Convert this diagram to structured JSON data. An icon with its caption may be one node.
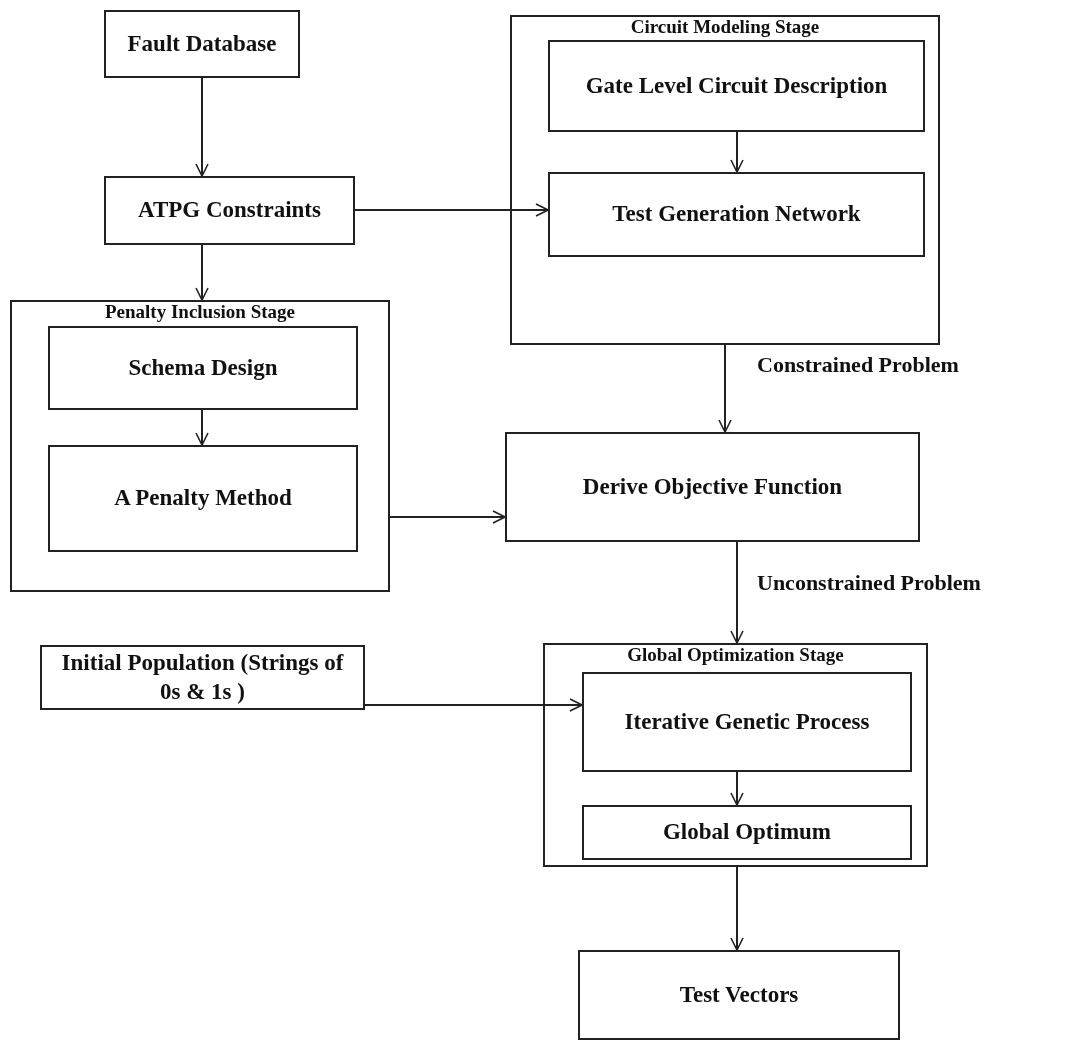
{
  "diagram": {
    "nodes": [
      {
        "text": [
          "Fault Database"
        ]
      },
      {
        "text": [
          "ATPG Constraints"
        ]
      },
      {
        "text": [
          "Circuit Modeling Stage"
        ]
      },
      {
        "text": [
          "Gate Level Circuit Description"
        ],
        "in": 2
      },
      {
        "text": [
          "Test Generation Network"
        ],
        "in": 2
      },
      {
        "text": [
          "Penalty Inclusion Stage"
        ]
      },
      {
        "text": [
          "Schema Design"
        ],
        "in": 5
      },
      {
        "text": [
          "A Penalty Method"
        ],
        "in": 5
      },
      {
        "text": [
          "Derive Objective Function"
        ]
      },
      {
        "text": [
          "Global Optimization Stage"
        ]
      },
      {
        "text": [
          "Iterative Genetic Process"
        ],
        "in": 9
      },
      {
        "text": [
          "Global Optimum"
        ],
        "in": 9
      },
      {
        "text": [
          "Initial Population (Strings of 0s & 1s )"
        ]
      },
      {
        "text": [
          "Test Vectors"
        ]
      }
    ],
    "edges": [
      {
        "from": 0,
        "to": 1,
        "arrow": "to"
      },
      {
        "from": 1,
        "to": 4,
        "arrow": "to"
      },
      {
        "from": 1,
        "to": 5,
        "arrow": "to"
      },
      {
        "from": 3,
        "to": 4,
        "arrow": "to"
      },
      {
        "from": 2,
        "to": 8,
        "arrow": "to",
        "label": "Constrained Problem"
      },
      {
        "from": 6,
        "to": 7,
        "arrow": "to"
      },
      {
        "from": 5,
        "to": 8,
        "arrow": "to"
      },
      {
        "from": 8,
        "to": 9,
        "arrow": "to",
        "label": "Unconstrained Problem"
      },
      {
        "from": 12,
        "to": 10,
        "arrow": "to"
      },
      {
        "from": 10,
        "to": 11,
        "arrow": "to"
      },
      {
        "from": 9,
        "to": 13,
        "arrow": "to"
      }
    ]
  }
}
